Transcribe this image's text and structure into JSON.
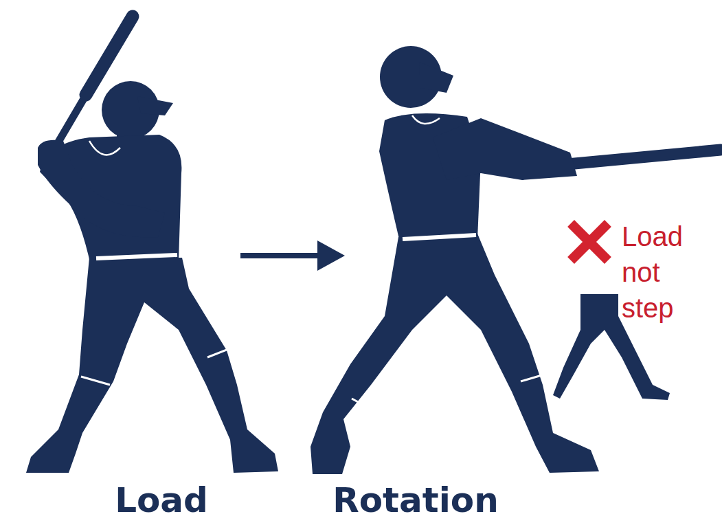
{
  "diagram": {
    "labels": [
      "Load",
      "Rotation",
      "Load not step"
    ]
  }
}
